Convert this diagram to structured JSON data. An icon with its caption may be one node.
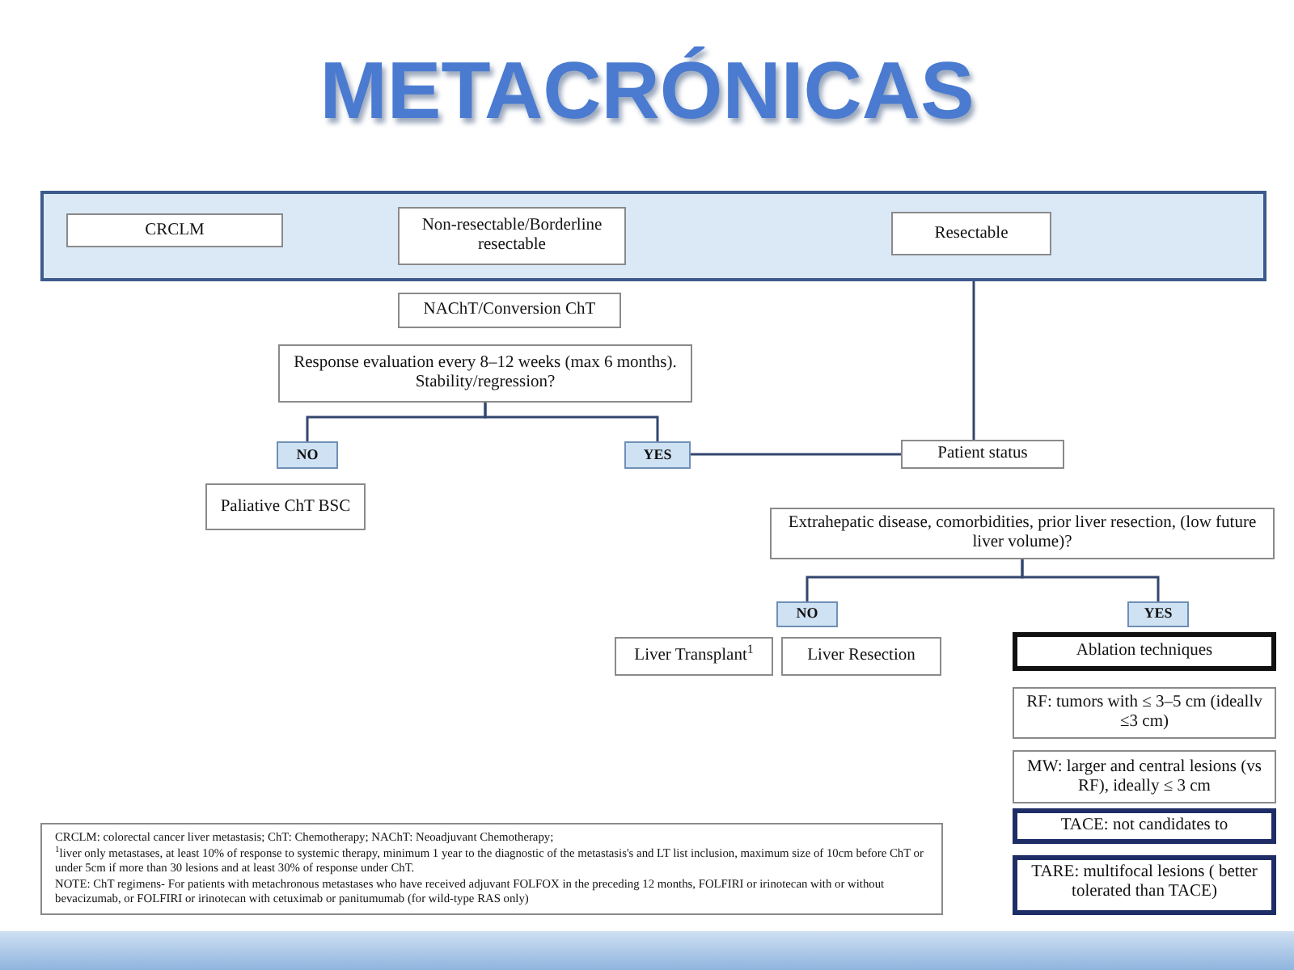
{
  "diagram": {
    "title": "METACRÓNICAS",
    "nodes": [
      {
        "text": [],
        "shape": "band"
      },
      {
        "text": [
          "CRCLM"
        ],
        "in": 0
      },
      {
        "text": [
          "Non-resectable/Borderline resectable"
        ],
        "in": 0
      },
      {
        "text": [
          "Resectable"
        ],
        "in": 0
      },
      {
        "text": [
          "NAChT/Conversion ChT"
        ]
      },
      {
        "text": [
          "Response evaluation every 8‒12 weeks (max 6 months). Stability/regression?"
        ]
      },
      {
        "text": [
          "NO"
        ]
      },
      {
        "text": [
          "YES"
        ]
      },
      {
        "text": [
          "Paliative ChT BSC"
        ]
      },
      {
        "text": [
          "Patient status"
        ]
      },
      {
        "text": [
          "Extrahepatic disease, comorbidities, prior liver resection, (low future liver volume)?"
        ]
      },
      {
        "text": [
          "NO"
        ]
      },
      {
        "text": [
          "YES"
        ]
      },
      {
        "text": [
          "Liver Transplant$^{1}$"
        ]
      },
      {
        "text": [
          "Liver Resection"
        ]
      },
      {
        "text": [
          "Ablation techniques"
        ]
      },
      {
        "text": [
          "RF: tumors with ≤ 3‒5 cm (ideallv ≤3 cm)"
        ]
      },
      {
        "text": [
          "MW: larger and central lesions (vs RF), ideally ≤ 3 cm"
        ]
      },
      {
        "text": [
          "TACE: not candidates to"
        ]
      },
      {
        "text": [
          "TARE: multifocal lesions ( better tolerated than TACE)"
        ]
      },
      {
        "text": [
          "CRCLM: colorectal cancer liver metastasis; ChT: Chemotherapy; NAChT: Neoadjuvant Chemotherapy;",
          "$^{1}$liver only metastases, at least 10% of response to systemic therapy, minimum 1 year to the diagnostic of the metastasis's and LT list inclusion, maximum size of 10cm before ChT or under 5cm if more than 30 lesions and at least 30% of response under ChT.",
          "NOTE: ChT regimens- For patients with metachronous metastases who have received adjuvant FOLFOX in the preceding 12 months, FOLFIRI or irinotecan with or without bevacizumab, or FOLFIRI or irinotecan with cetuximab or panitumumab (for wild-type RAS only)"
        ]
      }
    ],
    "edges": [
      {
        "from": 5,
        "to": 6,
        "arrow": "none"
      },
      {
        "from": 5,
        "to": 7,
        "arrow": "none"
      },
      {
        "from": 0,
        "to": 9,
        "arrow": "none"
      },
      {
        "from": 7,
        "to": 9,
        "arrow": "none"
      },
      {
        "from": 10,
        "to": 11,
        "arrow": "none"
      },
      {
        "from": 10,
        "to": 12,
        "arrow": "none"
      }
    ]
  }
}
